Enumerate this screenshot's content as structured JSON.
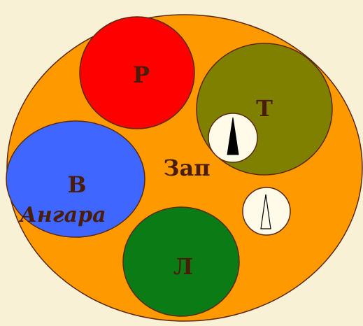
{
  "diagram": {
    "outer_region": {
      "label": "Зап",
      "color": "#ff9900"
    },
    "circles": [
      {
        "key": "r",
        "label": "Р",
        "color": "#ff0000"
      },
      {
        "key": "t",
        "label": "Т",
        "color": "#7f7f00"
      },
      {
        "key": "v",
        "label": "В",
        "sublabel": "Ангара",
        "color": "#3f66ff"
      },
      {
        "key": "l",
        "label": "Л",
        "color": "#0b7b16"
      }
    ],
    "markers": [
      {
        "key": "filled",
        "style": "filled-needle",
        "color": "#000000"
      },
      {
        "key": "outline",
        "style": "outline-needle",
        "color": "#fffbe8"
      }
    ],
    "background_color": "#f9f1d6",
    "outline_color": "#5a2a10"
  }
}
